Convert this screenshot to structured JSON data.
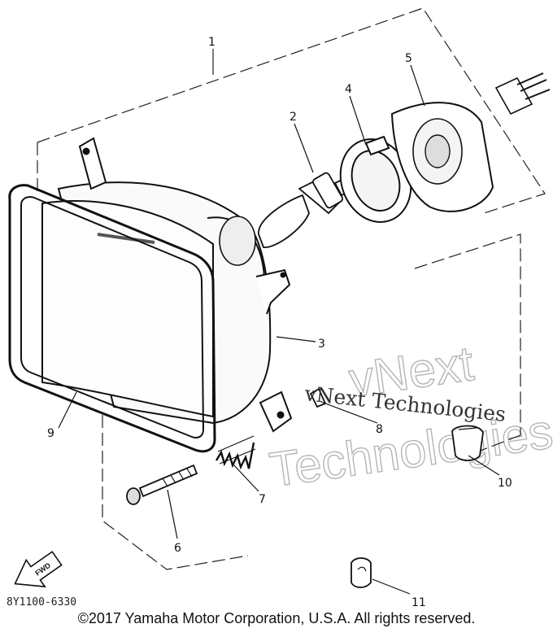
{
  "diagram": {
    "callouts": {
      "c1": "1",
      "c2": "2",
      "c3": "3",
      "c4": "4",
      "c5": "5",
      "c6": "6",
      "c7": "7",
      "c8": "8",
      "c9": "9",
      "c10": "10",
      "c11": "11"
    },
    "part_code": "8Y1100-6330",
    "fwd_label": "FWD",
    "watermark_small": "vNext Technologies",
    "watermark_big_line1": "vNext",
    "watermark_big_line2": "Technologies"
  },
  "footer": {
    "copyright": "©2017 Yamaha Motor Corporation, U.S.A. All rights reserved."
  }
}
